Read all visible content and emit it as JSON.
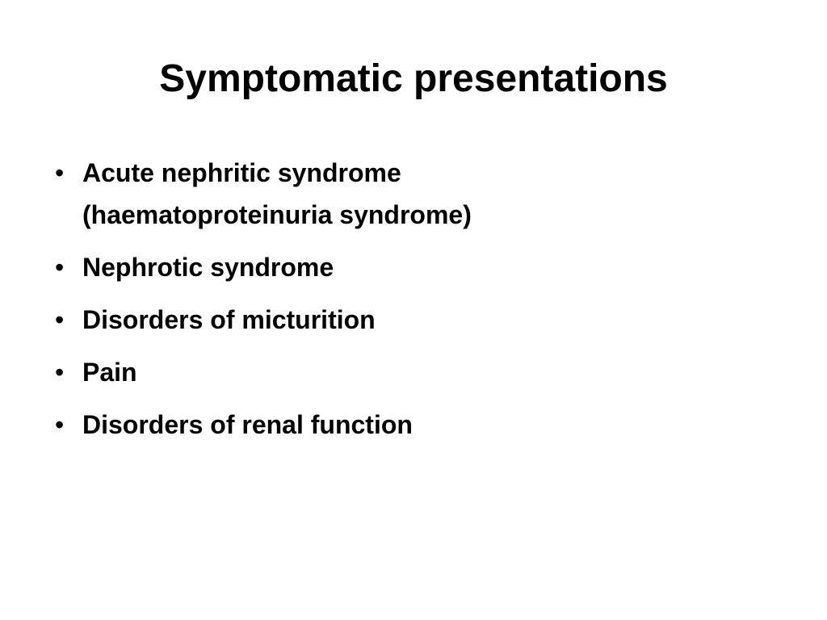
{
  "slide": {
    "title": "Symptomatic presentations",
    "bullets": [
      "Acute nephritic syndrome (haematoproteinuria syndrome)",
      "Nephrotic syndrome",
      "Disorders of micturition",
      "Pain",
      "Disorders of renal function"
    ],
    "bullet_glyph": "•"
  }
}
